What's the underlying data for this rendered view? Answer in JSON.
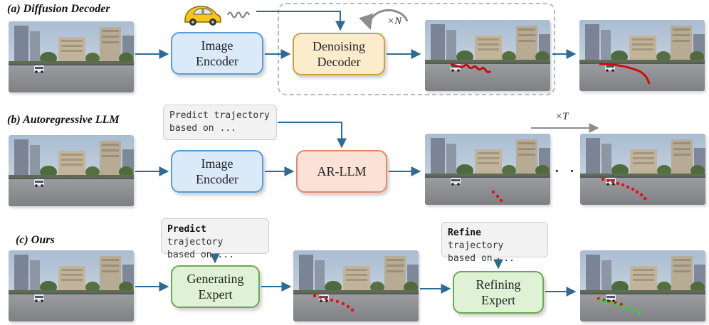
{
  "sections": {
    "a": {
      "label": "(a) Diffusion Decoder"
    },
    "b": {
      "label": "(b) Autoregressive LLM"
    },
    "c": {
      "label": "(c) Ours"
    }
  },
  "boxes": {
    "a_encoder": "Image\nEncoder",
    "a_decoder": "Denoising\nDecoder",
    "b_encoder": "Image\nEncoder",
    "b_llm": "AR-LLM",
    "c_generating": "Generating\nExpert",
    "c_refining": "Refining\nExpert"
  },
  "prompts": {
    "b": {
      "line1": "Predict trajectory",
      "line2": "based on ..."
    },
    "c_predict": {
      "bold": "Predict",
      "rest": " trajectory",
      "line2": "based on ..."
    },
    "c_refine": {
      "bold": "Refine",
      "rest": " trajectory",
      "line2": "based on ..."
    }
  },
  "annotations": {
    "loop": "×N",
    "repeat": "×T",
    "ellipsis": "· · ·"
  },
  "icons": {
    "car": "car-icon",
    "noise": "noise-squiggle-icon"
  },
  "colors": {
    "arrow": "#2e6b94",
    "trajectory_red": "#e01010",
    "trajectory_green": "#3ccf3c",
    "sky": "#b8c7d6",
    "road": "#8d8f93"
  }
}
